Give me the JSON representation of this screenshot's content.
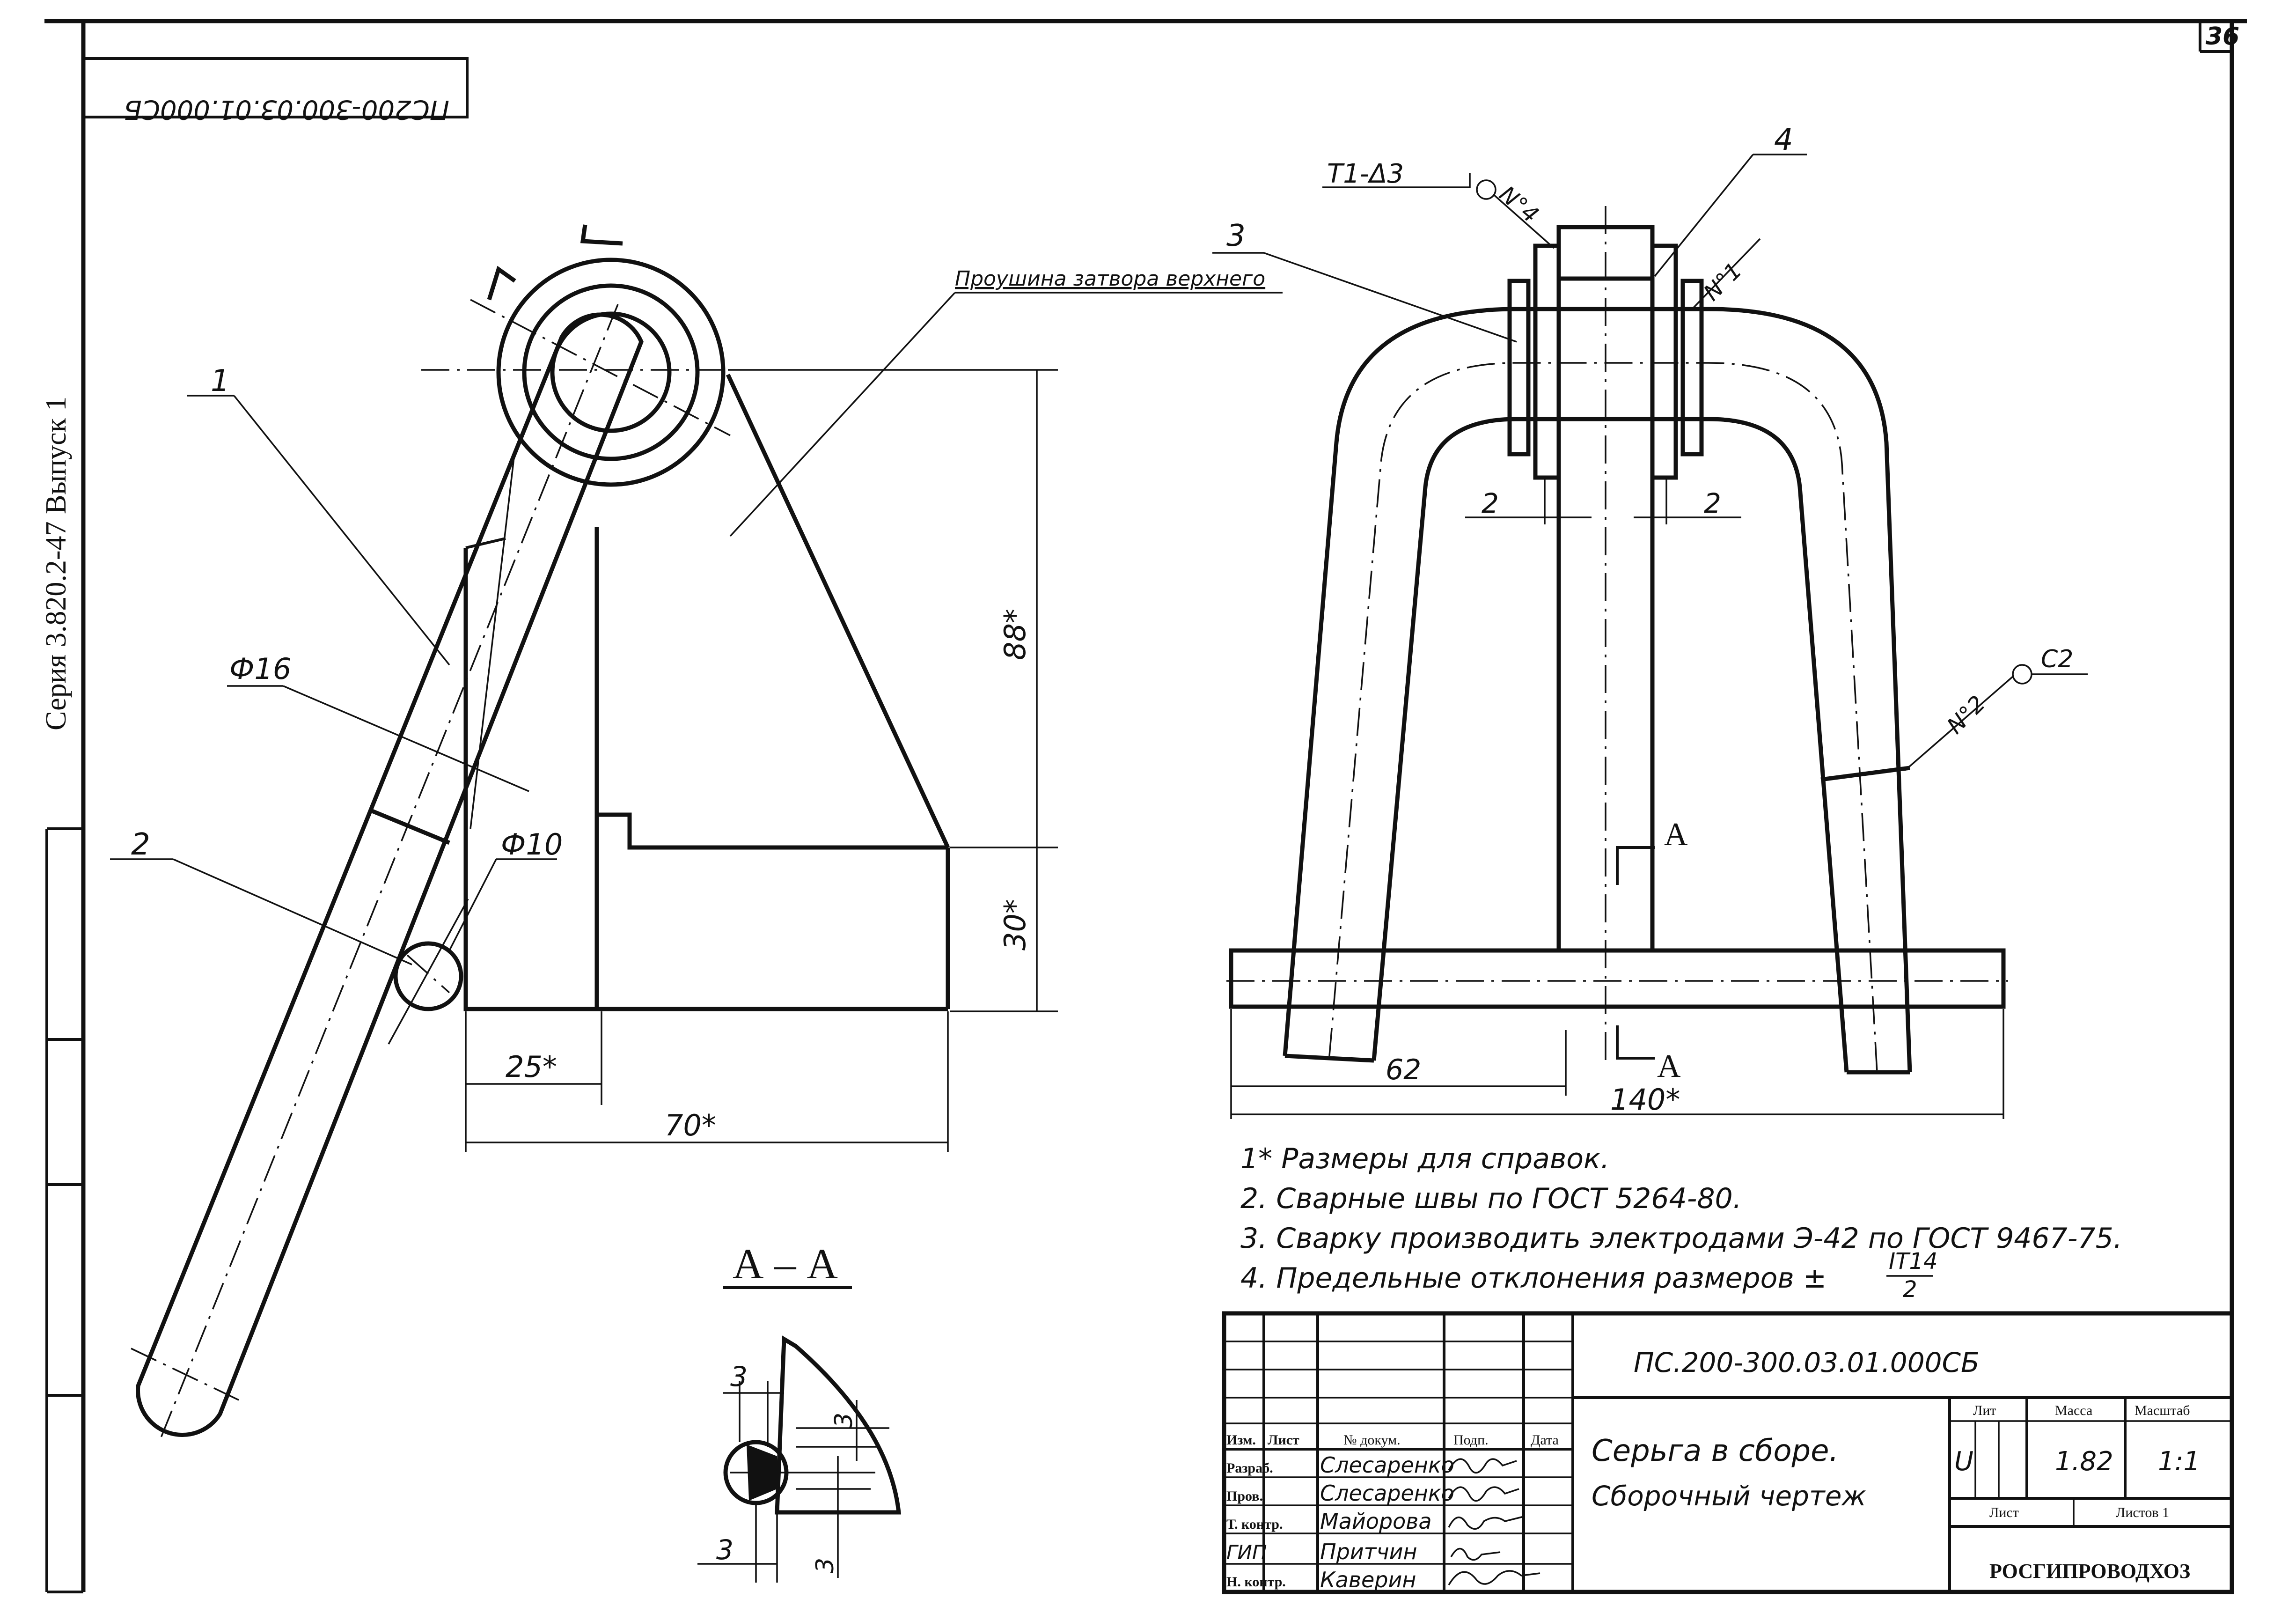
{
  "page_number": "36",
  "doc_code_rotated": "ПС200-300.03.01.000СБ",
  "series_label": "Серия 3.820.2-47 Выпуск 1",
  "left_view": {
    "part_label_1": "1",
    "part_label_2": "2",
    "dim_phi16": "Ф16",
    "dim_phi10": "Ф10",
    "dim_88": "88*",
    "dim_30": "30*",
    "dim_25": "25*",
    "dim_70": "70*",
    "callout_text": "Проушина затвора верхнего"
  },
  "right_view": {
    "weld_symbol_1": "Т1-Δ3",
    "weld_no_4": "N°4",
    "weld_no_1": "N°1",
    "weld_no_2": "N°2",
    "weld_symbol_2": "С2",
    "part_label_3": "3",
    "part_label_4": "4",
    "dim_2_left": "2",
    "dim_2_right": "2",
    "section_mark_top": "А",
    "section_mark_bottom": "А",
    "dim_62": "62",
    "dim_140": "140*"
  },
  "section_view": {
    "title": "А – А",
    "dim_3_top": "3",
    "dim_3_bottom": "3",
    "dim_3_right_upper": "3",
    "dim_3_right_lower": "3"
  },
  "notes": [
    "1* Размеры для справок.",
    "2. Сварные швы по ГОСТ 5264-80.",
    "3. Сварку производить электродами Э-42 по ГОСТ 9467-75.",
    "4. Предельные отклонения размеров ±"
  ],
  "tolerance_numerator": "IT14",
  "tolerance_denominator": "2",
  "title_block": {
    "designation": "ПС.200-300.03.01.000СБ",
    "title_line1": "Серьга в сборе.",
    "title_line2": "Сборочный чертеж",
    "organization": "РОСГИПРОВОДХОЗ",
    "col_headers": {
      "izm": "Изм.",
      "list": "Лист",
      "doc_no": "№ докум.",
      "sign": "Подп.",
      "date": "Дата"
    },
    "roles": [
      "Разраб.",
      "Пров.",
      "Т. контр.",
      "ГИП",
      "Н. контр."
    ],
    "names": [
      "Слесаренко",
      "Слесаренко",
      "Майорова",
      "Притчин",
      "Каверин"
    ],
    "lit_header": "Лит",
    "mass_header": "Масса",
    "scale_header": "Масштаб",
    "lit_value": "U",
    "mass_value": "1.82",
    "scale_value": "1:1",
    "sheet_label": "Лист",
    "sheets_label": "Листов 1"
  }
}
